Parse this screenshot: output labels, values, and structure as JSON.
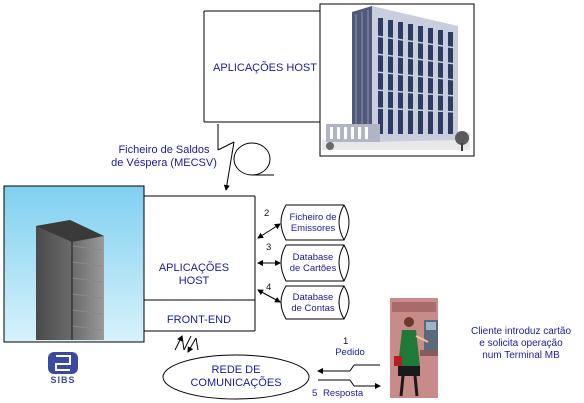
{
  "host_top": {
    "label": "APLICAÇÕES HOST"
  },
  "file_label": {
    "line1": "Ficheiro de Saldos",
    "line2": "de Véspera (MECSV)"
  },
  "host_main": {
    "label": "APLICAÇÕES HOST",
    "front_end": "FRONT-END"
  },
  "databases": [
    {
      "num": "2",
      "line1": "Ficheiro de",
      "line2": "Emissores"
    },
    {
      "num": "3",
      "line1": "Database",
      "line2": "de Cartões"
    },
    {
      "num": "4",
      "line1": "Database",
      "line2": "de Contas"
    }
  ],
  "network": {
    "line1": "REDE DE",
    "line2": "COMUNICAÇÕES"
  },
  "request": {
    "num": "1",
    "label": "Pedido"
  },
  "response": {
    "num": "5",
    "label": "Resposta"
  },
  "client": {
    "line1": "Cliente introduz cartão",
    "line2": "e solicita operação",
    "line3": "num Terminal MB"
  },
  "logo": {
    "text": "SIBS"
  }
}
